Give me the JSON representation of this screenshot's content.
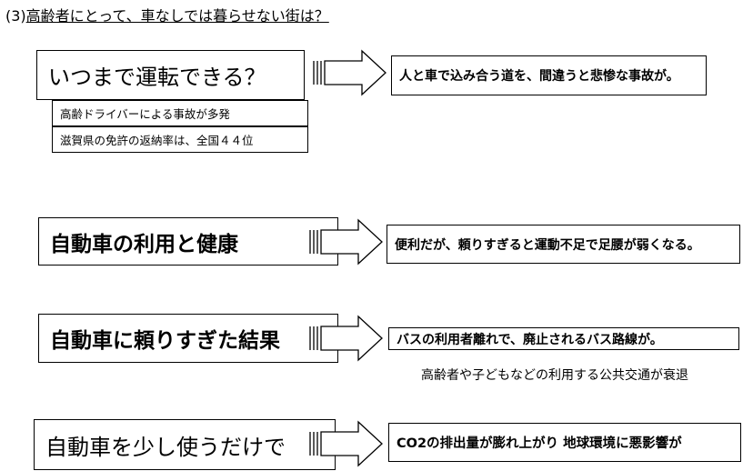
{
  "heading": {
    "number": "(3)",
    "title": "高齢者にとって、車なしでは暮らせない街は？"
  },
  "sections": [
    {
      "left": "いつまで運転できる？",
      "right": "人と車で込み合う道を、間違うと悲惨な事故が。",
      "notes": [
        "高齢ドライバーによる事故が多発",
        "滋賀県の免許の返納率は、全国４４位"
      ]
    },
    {
      "left": "自動車の利用と健康",
      "right": "便利だが、頼りすぎると運動不足で足腰が弱くなる。"
    },
    {
      "left": "自動車に頼りすぎた結果",
      "right": "バスの利用者離れで、廃止されるバス路線が。",
      "note": "高齢者や子どもなどの利用する公共交通が衰退"
    },
    {
      "left": "自動車を少し使うだけで",
      "right": "CO2の排出量が膨れ上がり 地球環境に悪影響が"
    }
  ]
}
